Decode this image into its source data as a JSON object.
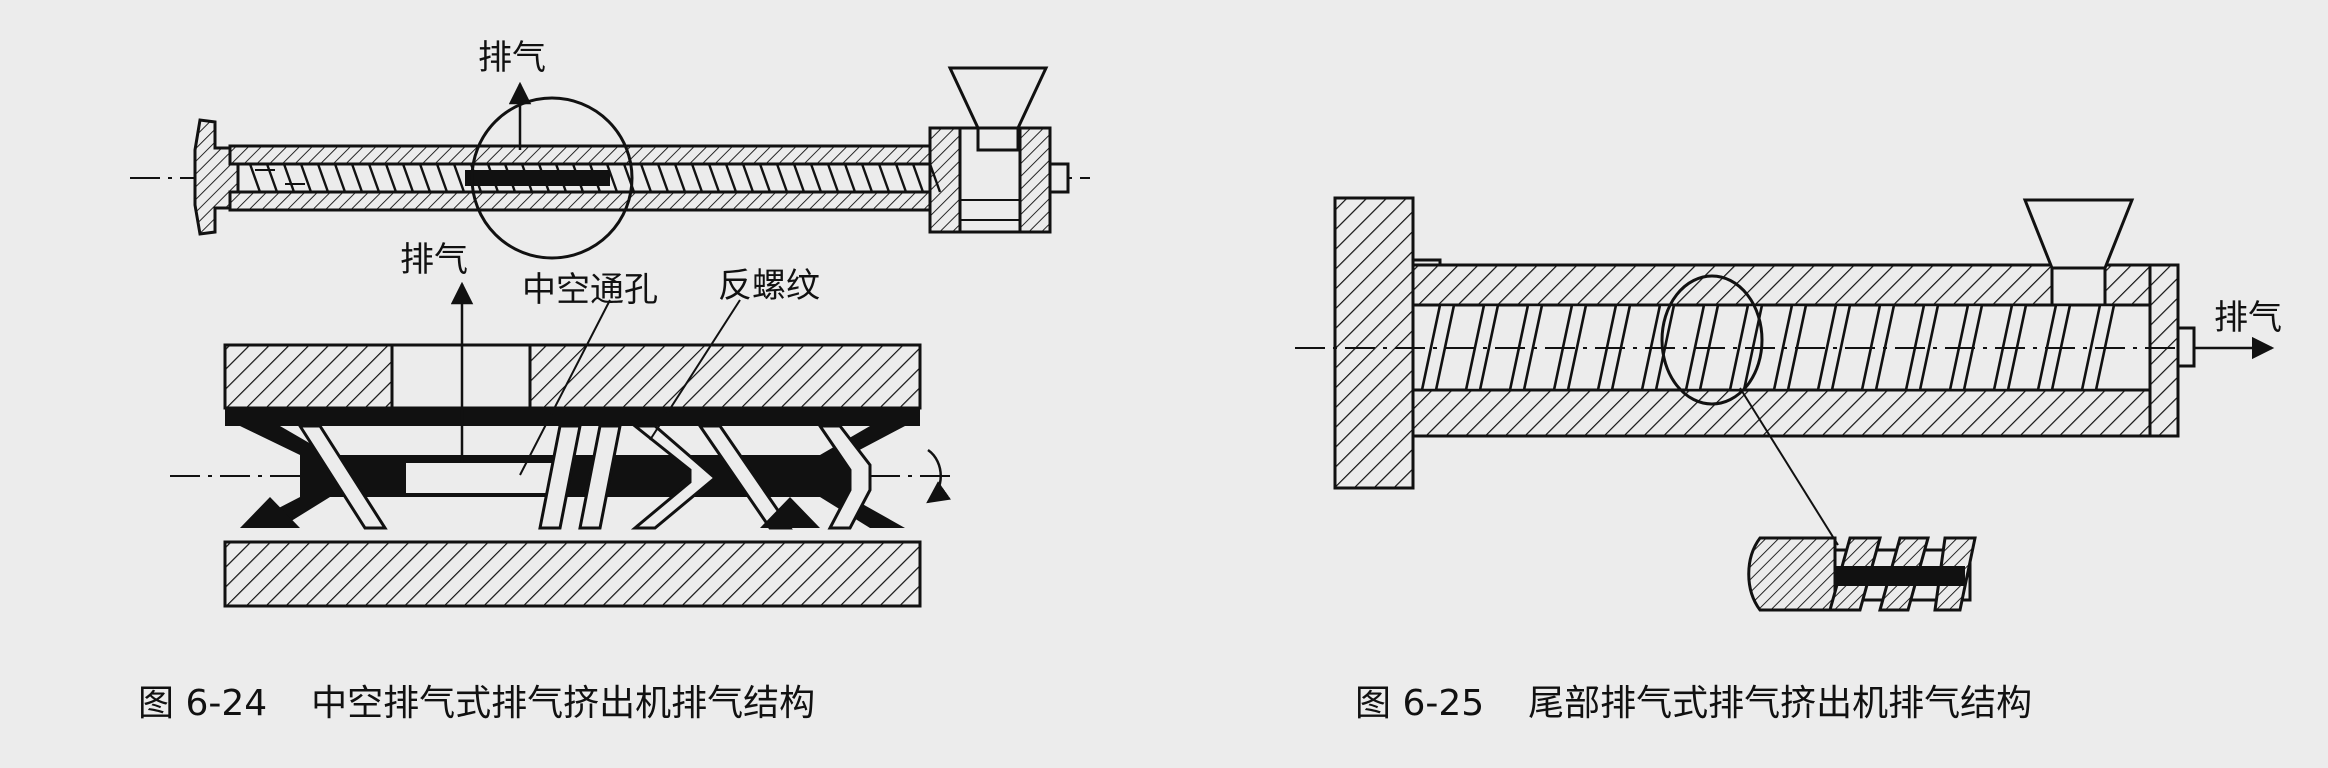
{
  "figure_left": {
    "labels": {
      "vent_top": "排气",
      "vent_mid": "排气",
      "hollow_hole": "中空通孔",
      "reverse_thread": "反螺纹"
    },
    "caption": {
      "number": "图 6-24",
      "title": "中空排气式排气挤出机排气结构"
    }
  },
  "figure_right": {
    "labels": {
      "vent_right": "排气"
    },
    "caption": {
      "number": "图 6-25",
      "title": "尾部排气式排气挤出机排气结构"
    }
  },
  "colors": {
    "ink": "#111111",
    "paper": "#ececec"
  }
}
